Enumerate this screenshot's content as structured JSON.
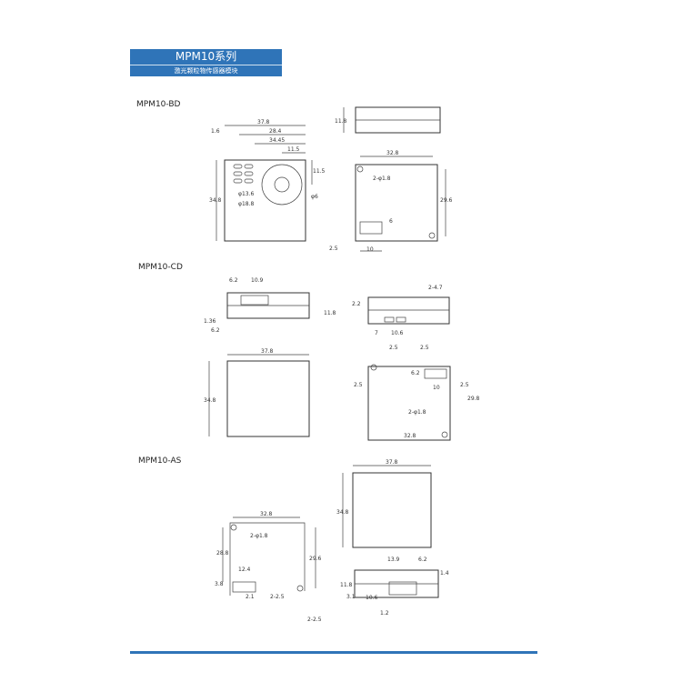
{
  "header": {
    "title": "MPM10系列",
    "subtitle": "激光颗粒物传感器模块",
    "color": "#2f74b8"
  },
  "sections": [
    {
      "label": "MPM10-BD",
      "dims": [
        "37.8",
        "1.6",
        "28.4",
        "34.45",
        "11.5",
        "11.5",
        "34.8",
        "φ13.6",
        "φ18.8",
        "φ6",
        "11.8",
        "32.8",
        "2-φ1.8",
        "29.6",
        "6",
        "2.5",
        "10"
      ]
    },
    {
      "label": "MPM10-CD",
      "dims": [
        "6.2",
        "10.9",
        "1.36",
        "6.2",
        "11.8",
        "2-4.7",
        "2.2",
        "7",
        "10.6",
        "37.8",
        "34.8",
        "2.5",
        "2.5",
        "6.2",
        "10",
        "2.5",
        "2.5",
        "29.8",
        "2-φ1.8",
        "32.8"
      ]
    },
    {
      "label": "MPM10-AS",
      "dims": [
        "37.8",
        "34.8",
        "32.8",
        "2-φ1.8",
        "28.8",
        "29.6",
        "12.4",
        "3.8",
        "2.1",
        "2-2.5",
        "2-2.5",
        "13.9",
        "6.2",
        "1.4",
        "11.8",
        "3.1",
        "10.6",
        "1.2"
      ]
    }
  ]
}
